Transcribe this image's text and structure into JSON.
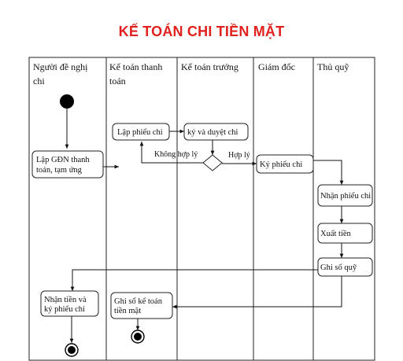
{
  "title": "KẾ TOÁN CHI TIỀN MẶT",
  "lanes": [
    {
      "line1": "Người đề nghị",
      "line2": "chi"
    },
    {
      "line1": "Kế toán thanh",
      "line2": "toán"
    },
    {
      "line1": "Kế toán trưởng",
      "line2": ""
    },
    {
      "line1": "Giám đốc",
      "line2": ""
    },
    {
      "line1": "Thủ quỹ",
      "line2": ""
    }
  ],
  "activities": {
    "lap_gdn": {
      "line1": "Lập GĐN thanh",
      "line2": "toán, tạm ứng"
    },
    "lap_phieu_chi": "Lập phiếu chi",
    "ky_duyet_chi": "ký và duyệt chi",
    "ky_phieu_chi": "Ký phiếu chi",
    "nhan_phieu_chi": "Nhận phiếu chi",
    "xuat_tien": "Xuất tiền",
    "ghi_so_quy": "Ghi số quỹ",
    "nhan_tien": {
      "line1": "Nhận tiền và",
      "line2": "ký phiếu chi"
    },
    "ghi_so_ke_toan": {
      "line1": "Ghi sổ kế toán",
      "line2": "tiền mặt"
    }
  },
  "guards": {
    "khong_hop_ly": "Không hợp lý",
    "hop_ly": "Hợp lý"
  }
}
